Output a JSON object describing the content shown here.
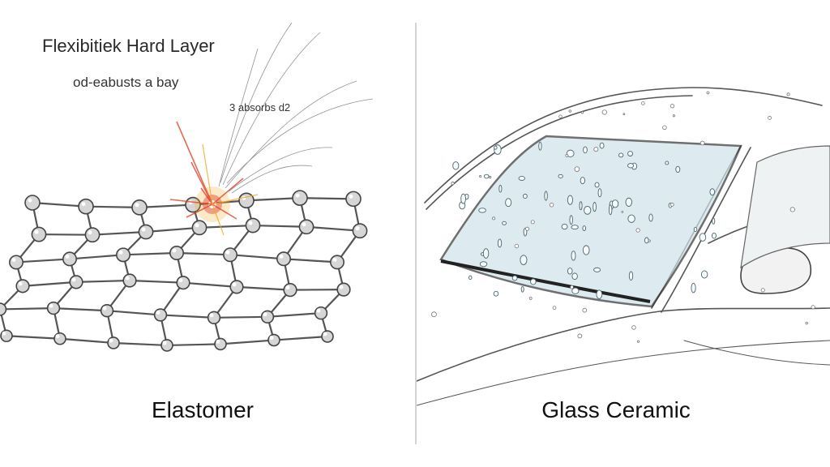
{
  "left_panel": {
    "title": "Flexibitiek Hard Layer",
    "subtitle": "od-eabusts a bay",
    "note": "3 absorbs d2",
    "caption": "Elastomer"
  },
  "right_panel": {
    "caption": "Glass Ceramic"
  },
  "colors": {
    "sketch_line": "#555555",
    "node_fill": "#cfcfcf",
    "impact_red": "#e0452b",
    "impact_orange": "#f5a623",
    "glass_tint": "#cfe3ea"
  }
}
